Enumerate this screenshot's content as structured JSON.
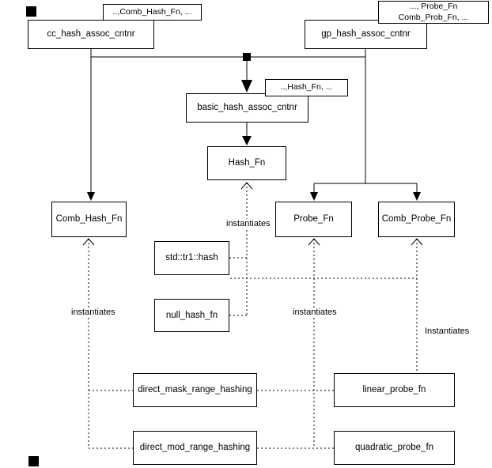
{
  "diagram": {
    "colors": {
      "line": "#000000",
      "box_background": "#ffffff",
      "text": "#000000"
    },
    "nodes": [
      {
        "id": "cc_hash_assoc_cntnr",
        "label": "cc_hash_assoc_cntnr"
      },
      {
        "id": "gp_hash_assoc_cntnr",
        "label": "gp_hash_assoc_cntnr"
      },
      {
        "id": "basic_hash_assoc_cntnr",
        "label": "basic_hash_assoc_cntnr"
      },
      {
        "id": "Hash_Fn",
        "label": "Hash_Fn"
      },
      {
        "id": "Comb_Hash_Fn",
        "label": "Comb_Hash_Fn"
      },
      {
        "id": "Probe_Fn",
        "label": "Probe_Fn"
      },
      {
        "id": "Comb_Probe_Fn",
        "label": "Comb_Probe_Fn"
      },
      {
        "id": "std_tr1_hash",
        "label": "std::tr1::hash"
      },
      {
        "id": "null_hash_fn",
        "label": "null_hash_fn"
      },
      {
        "id": "direct_mask_range_hashing",
        "label": "direct_mask_range_hashing"
      },
      {
        "id": "direct_mod_range_hashing",
        "label": "direct_mod_range_hashing"
      },
      {
        "id": "linear_probe_fn",
        "label": "linear_probe_fn"
      },
      {
        "id": "quadratic_probe_fn",
        "label": "quadratic_probe_fn"
      }
    ],
    "notes": [
      {
        "text": "..,Comb_Hash_Fn, ..."
      },
      {
        "line1": "..., Probe_Fn",
        "line2": "Comb_Prob_Fn, ..."
      },
      {
        "text": "..,Hash_Fn, ..."
      }
    ],
    "edge_labels": [
      {
        "text": "instantiates"
      },
      {
        "text": "instantiates"
      },
      {
        "text": "instantiates"
      },
      {
        "text": "Instantiates"
      }
    ],
    "edges": [
      {
        "from": "cc_hash_assoc_cntnr",
        "to": "basic_hash_assoc_cntnr",
        "style": "solid"
      },
      {
        "from": "gp_hash_assoc_cntnr",
        "to": "basic_hash_assoc_cntnr",
        "style": "solid"
      },
      {
        "from": "cc_hash_assoc_cntnr",
        "to": "Comb_Hash_Fn",
        "style": "solid"
      },
      {
        "from": "basic_hash_assoc_cntnr",
        "to": "Hash_Fn",
        "style": "solid"
      },
      {
        "from": "gp_hash_assoc_cntnr",
        "to": "Probe_Fn",
        "style": "solid"
      },
      {
        "from": "gp_hash_assoc_cntnr",
        "to": "Comb_Probe_Fn",
        "style": "solid"
      },
      {
        "from": "std::tr1::hash",
        "to": "Hash_Fn",
        "style": "dotted",
        "label": "instantiates"
      },
      {
        "from": "null_hash_fn",
        "to": "Hash_Fn",
        "style": "dotted",
        "label": "instantiates"
      },
      {
        "from": "direct_mask_range_hashing",
        "to": "Comb_Hash_Fn",
        "style": "dotted",
        "label": "instantiates"
      },
      {
        "from": "direct_mod_range_hashing",
        "to": "Comb_Hash_Fn",
        "style": "dotted",
        "label": "instantiates"
      },
      {
        "from": "linear_probe_fn",
        "to": "Probe_Fn",
        "style": "dotted",
        "label": "instantiates"
      },
      {
        "from": "quadratic_probe_fn",
        "to": "Probe_Fn",
        "style": "dotted",
        "label": "instantiates"
      },
      {
        "from": "std::tr1::hash",
        "to": "Comb_Probe_Fn",
        "style": "dotted",
        "label": "Instantiates"
      }
    ]
  }
}
